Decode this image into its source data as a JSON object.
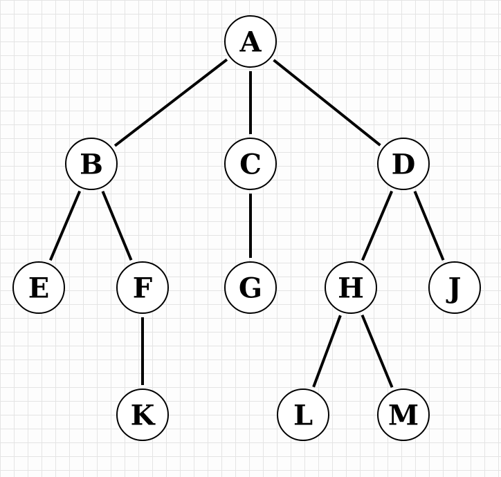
{
  "diagram": {
    "type": "tree",
    "nodes": [
      {
        "id": "A",
        "label": "A"
      },
      {
        "id": "B",
        "label": "B"
      },
      {
        "id": "C",
        "label": "C"
      },
      {
        "id": "D",
        "label": "D"
      },
      {
        "id": "E",
        "label": "E"
      },
      {
        "id": "F",
        "label": "F"
      },
      {
        "id": "G",
        "label": "G"
      },
      {
        "id": "H",
        "label": "H"
      },
      {
        "id": "J",
        "label": "J"
      },
      {
        "id": "K",
        "label": "K"
      },
      {
        "id": "L",
        "label": "L"
      },
      {
        "id": "M",
        "label": "M"
      }
    ],
    "edges": [
      {
        "from": "A",
        "to": "B"
      },
      {
        "from": "A",
        "to": "C"
      },
      {
        "from": "A",
        "to": "D"
      },
      {
        "from": "B",
        "to": "E"
      },
      {
        "from": "B",
        "to": "F"
      },
      {
        "from": "C",
        "to": "G"
      },
      {
        "from": "D",
        "to": "H"
      },
      {
        "from": "D",
        "to": "J"
      },
      {
        "from": "F",
        "to": "K"
      },
      {
        "from": "H",
        "to": "L"
      },
      {
        "from": "H",
        "to": "M"
      }
    ],
    "colors": {
      "line": "#000000",
      "node_fill": "#ffffff",
      "grid": "#e4e4e4"
    }
  }
}
